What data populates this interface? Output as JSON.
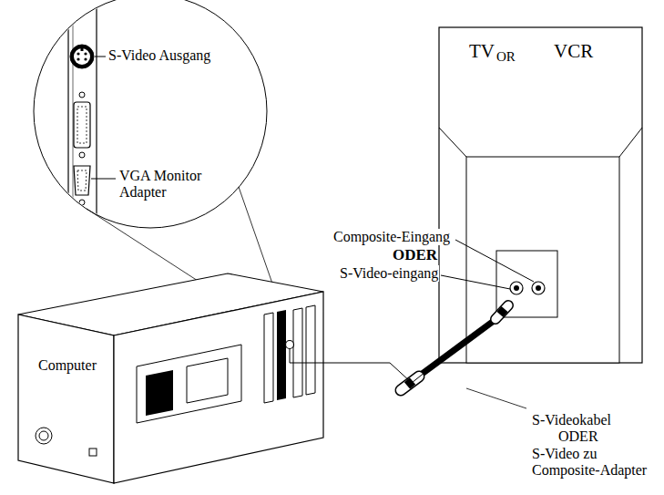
{
  "diagram": {
    "nodes": [
      {
        "text": [
          "Computer"
        ]
      },
      {
        "text": [
          "TV",
          "OR",
          "VCR"
        ]
      }
    ],
    "edges": [
      {
        "from": 0,
        "to": 1,
        "arrow": "none"
      }
    ],
    "labels": [
      "S-Video Ausgang",
      "VGA Monitor Adapter",
      "Composite-Eingang",
      "ODER",
      "S-Video-eingang",
      "S-Videokabel",
      "ODER",
      "S-Video zu Composite-Adapter"
    ]
  }
}
